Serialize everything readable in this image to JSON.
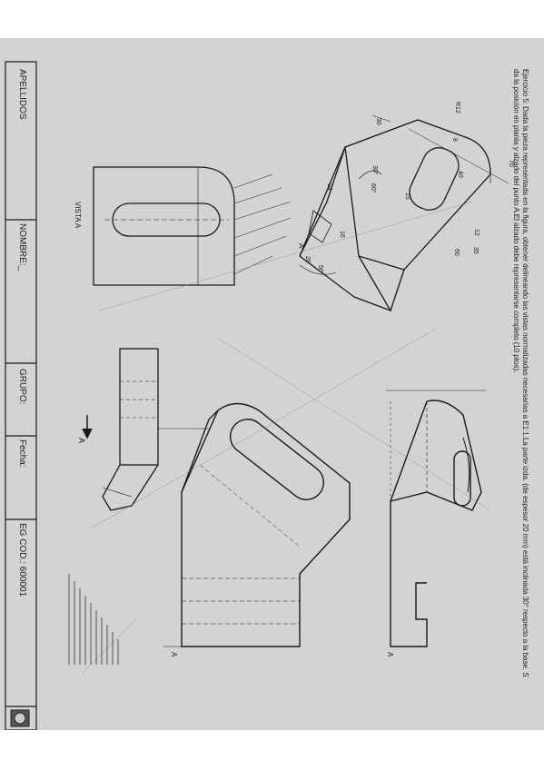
{
  "statement": {
    "line1": "Ejercicio 5: Dada la pieza representada en la figura, obtener delineando las vistas normalizadas necesarias a E1:1.La parte izda. (de espesor 20 mm) está inclinada 30° respecto a la base. S",
    "line2": "da la posición en planta y alzado del punto A.El alzado debe representarse completo (10 ptos)."
  },
  "title_block": {
    "apellidos": "APELLIDOS",
    "nombre": "NOMBRE:_",
    "grupo": "GRUPO:",
    "fecha": "Fecha:",
    "code": "EG COD.: 600001"
  },
  "labels": {
    "vista_a": "VISTA  A",
    "arrow_a": "A",
    "point_a_iso": "A",
    "point_a_view": "A",
    "point_a_right": "A"
  },
  "dimensions": {
    "r12": "R12",
    "d70": "70",
    "d40": "40",
    "d8": "8",
    "d30a": "30",
    "d15": "15",
    "d12": "12",
    "d60": "60",
    "d35": "35",
    "ang30": "30°",
    "ang60": "60°",
    "d24": "24",
    "d16": "16",
    "ang50": "50",
    "d20": "20"
  }
}
